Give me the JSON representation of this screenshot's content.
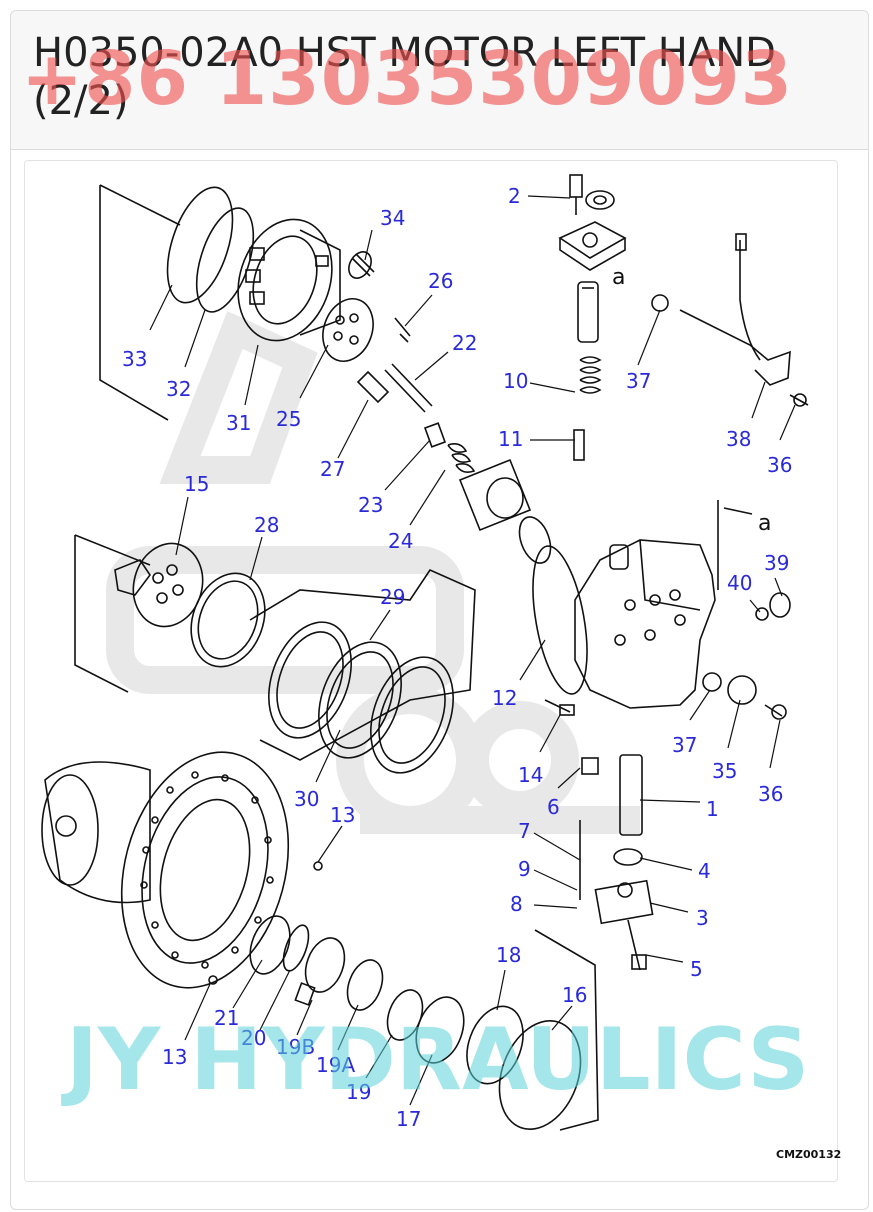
{
  "header": {
    "title": "H0350-02A0 HST MOTOR LEFT HAND (2/2)",
    "watermark_phone": "+86 13035309093"
  },
  "diagram": {
    "watermark_brand": "JY HYDRAULICS",
    "reference_code": "CMZ00132",
    "view_marker": "a",
    "callout_color": "#2a2ad8",
    "callouts": [
      "1",
      "2",
      "3",
      "4",
      "5",
      "6",
      "7",
      "8",
      "9",
      "10",
      "11",
      "12",
      "13",
      "13",
      "14",
      "15",
      "16",
      "17",
      "18",
      "19",
      "19A",
      "19B",
      "20",
      "21",
      "22",
      "23",
      "24",
      "25",
      "26",
      "27",
      "28",
      "29",
      "30",
      "31",
      "32",
      "33",
      "34",
      "35",
      "36",
      "36",
      "37",
      "37",
      "38",
      "39",
      "40"
    ]
  }
}
